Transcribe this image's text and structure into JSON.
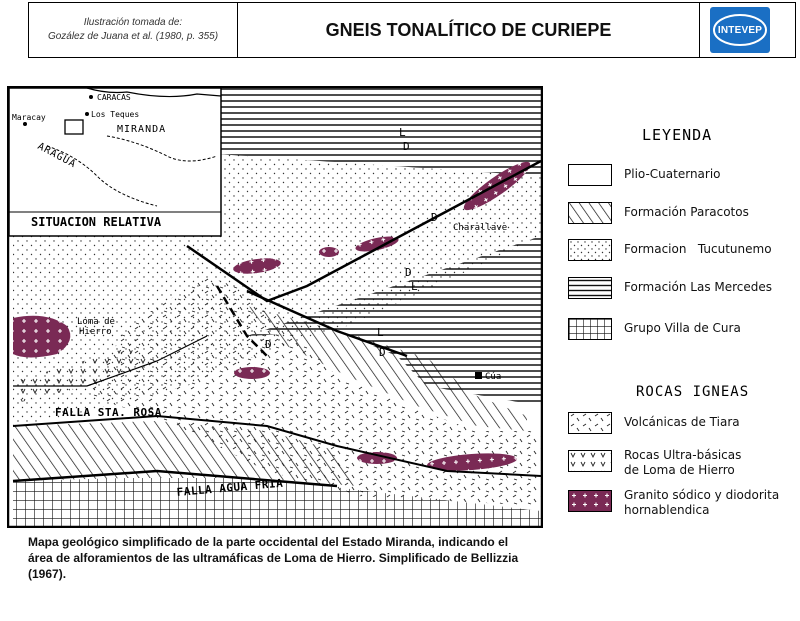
{
  "header": {
    "credit_line1": "Ilustración tomada de:",
    "credit_line2": "Gozález de Juana et al. (1980, p. 355)",
    "title": "GNEIS TONALÍTICO DE CURIEPE",
    "logo_text": "INTEVEP",
    "logo_color": "#1a6fc4"
  },
  "map": {
    "inset": {
      "caracas": "CARACAS",
      "los_teques": "Los Teques",
      "maracay": "Maracay",
      "miranda": "MIRANDA",
      "aragua": "ARAGUA",
      "caption": "SITUACION RELATIVA"
    },
    "labels": {
      "charallave": "Charallave",
      "loma_de_hierro_1": "Loma de",
      "loma_de_hierro_2": "Hierro",
      "cua": "Cúa",
      "falla_sta_rosa": "FALLA STA. ROSA",
      "falla_agua_fria": "FALLA AGUA FRIA",
      "fault_mark_d": "D",
      "fault_mark_l": "L"
    },
    "granite_color": "#7a2a55"
  },
  "legend": {
    "title": "LEYENDA",
    "items": [
      {
        "label": "Plio-Cuaternario",
        "icon": "blank-swatch"
      },
      {
        "label": "Formación Paracotos",
        "icon": "diagonal-hatch-swatch"
      },
      {
        "label": "Formacion   Tucutunemo",
        "icon": "dotted-swatch"
      },
      {
        "label": "Formación Las Mercedes",
        "icon": "horizontal-lines-swatch"
      },
      {
        "label": "Grupo Villa de Cura",
        "icon": "grid-swatch"
      }
    ],
    "igneous_title": "ROCAS IGNEAS",
    "igneous_items": [
      {
        "label": "Volcánicas de Tiara",
        "icon": "dash-pattern-swatch"
      },
      {
        "label": "Rocas Ultra-básicas\nde Loma de Hierro",
        "icon": "v-pattern-swatch"
      },
      {
        "label": "Granito sódico y diodorita\nhornablendica",
        "icon": "plus-pattern-swatch"
      }
    ]
  },
  "caption": "Mapa geológico simplificado de la parte occidental del Estado Miranda, indicando el área de alforamientos de las ultramáficas de Loma de Hierro. Simplificado de Bellizzia (1967)."
}
